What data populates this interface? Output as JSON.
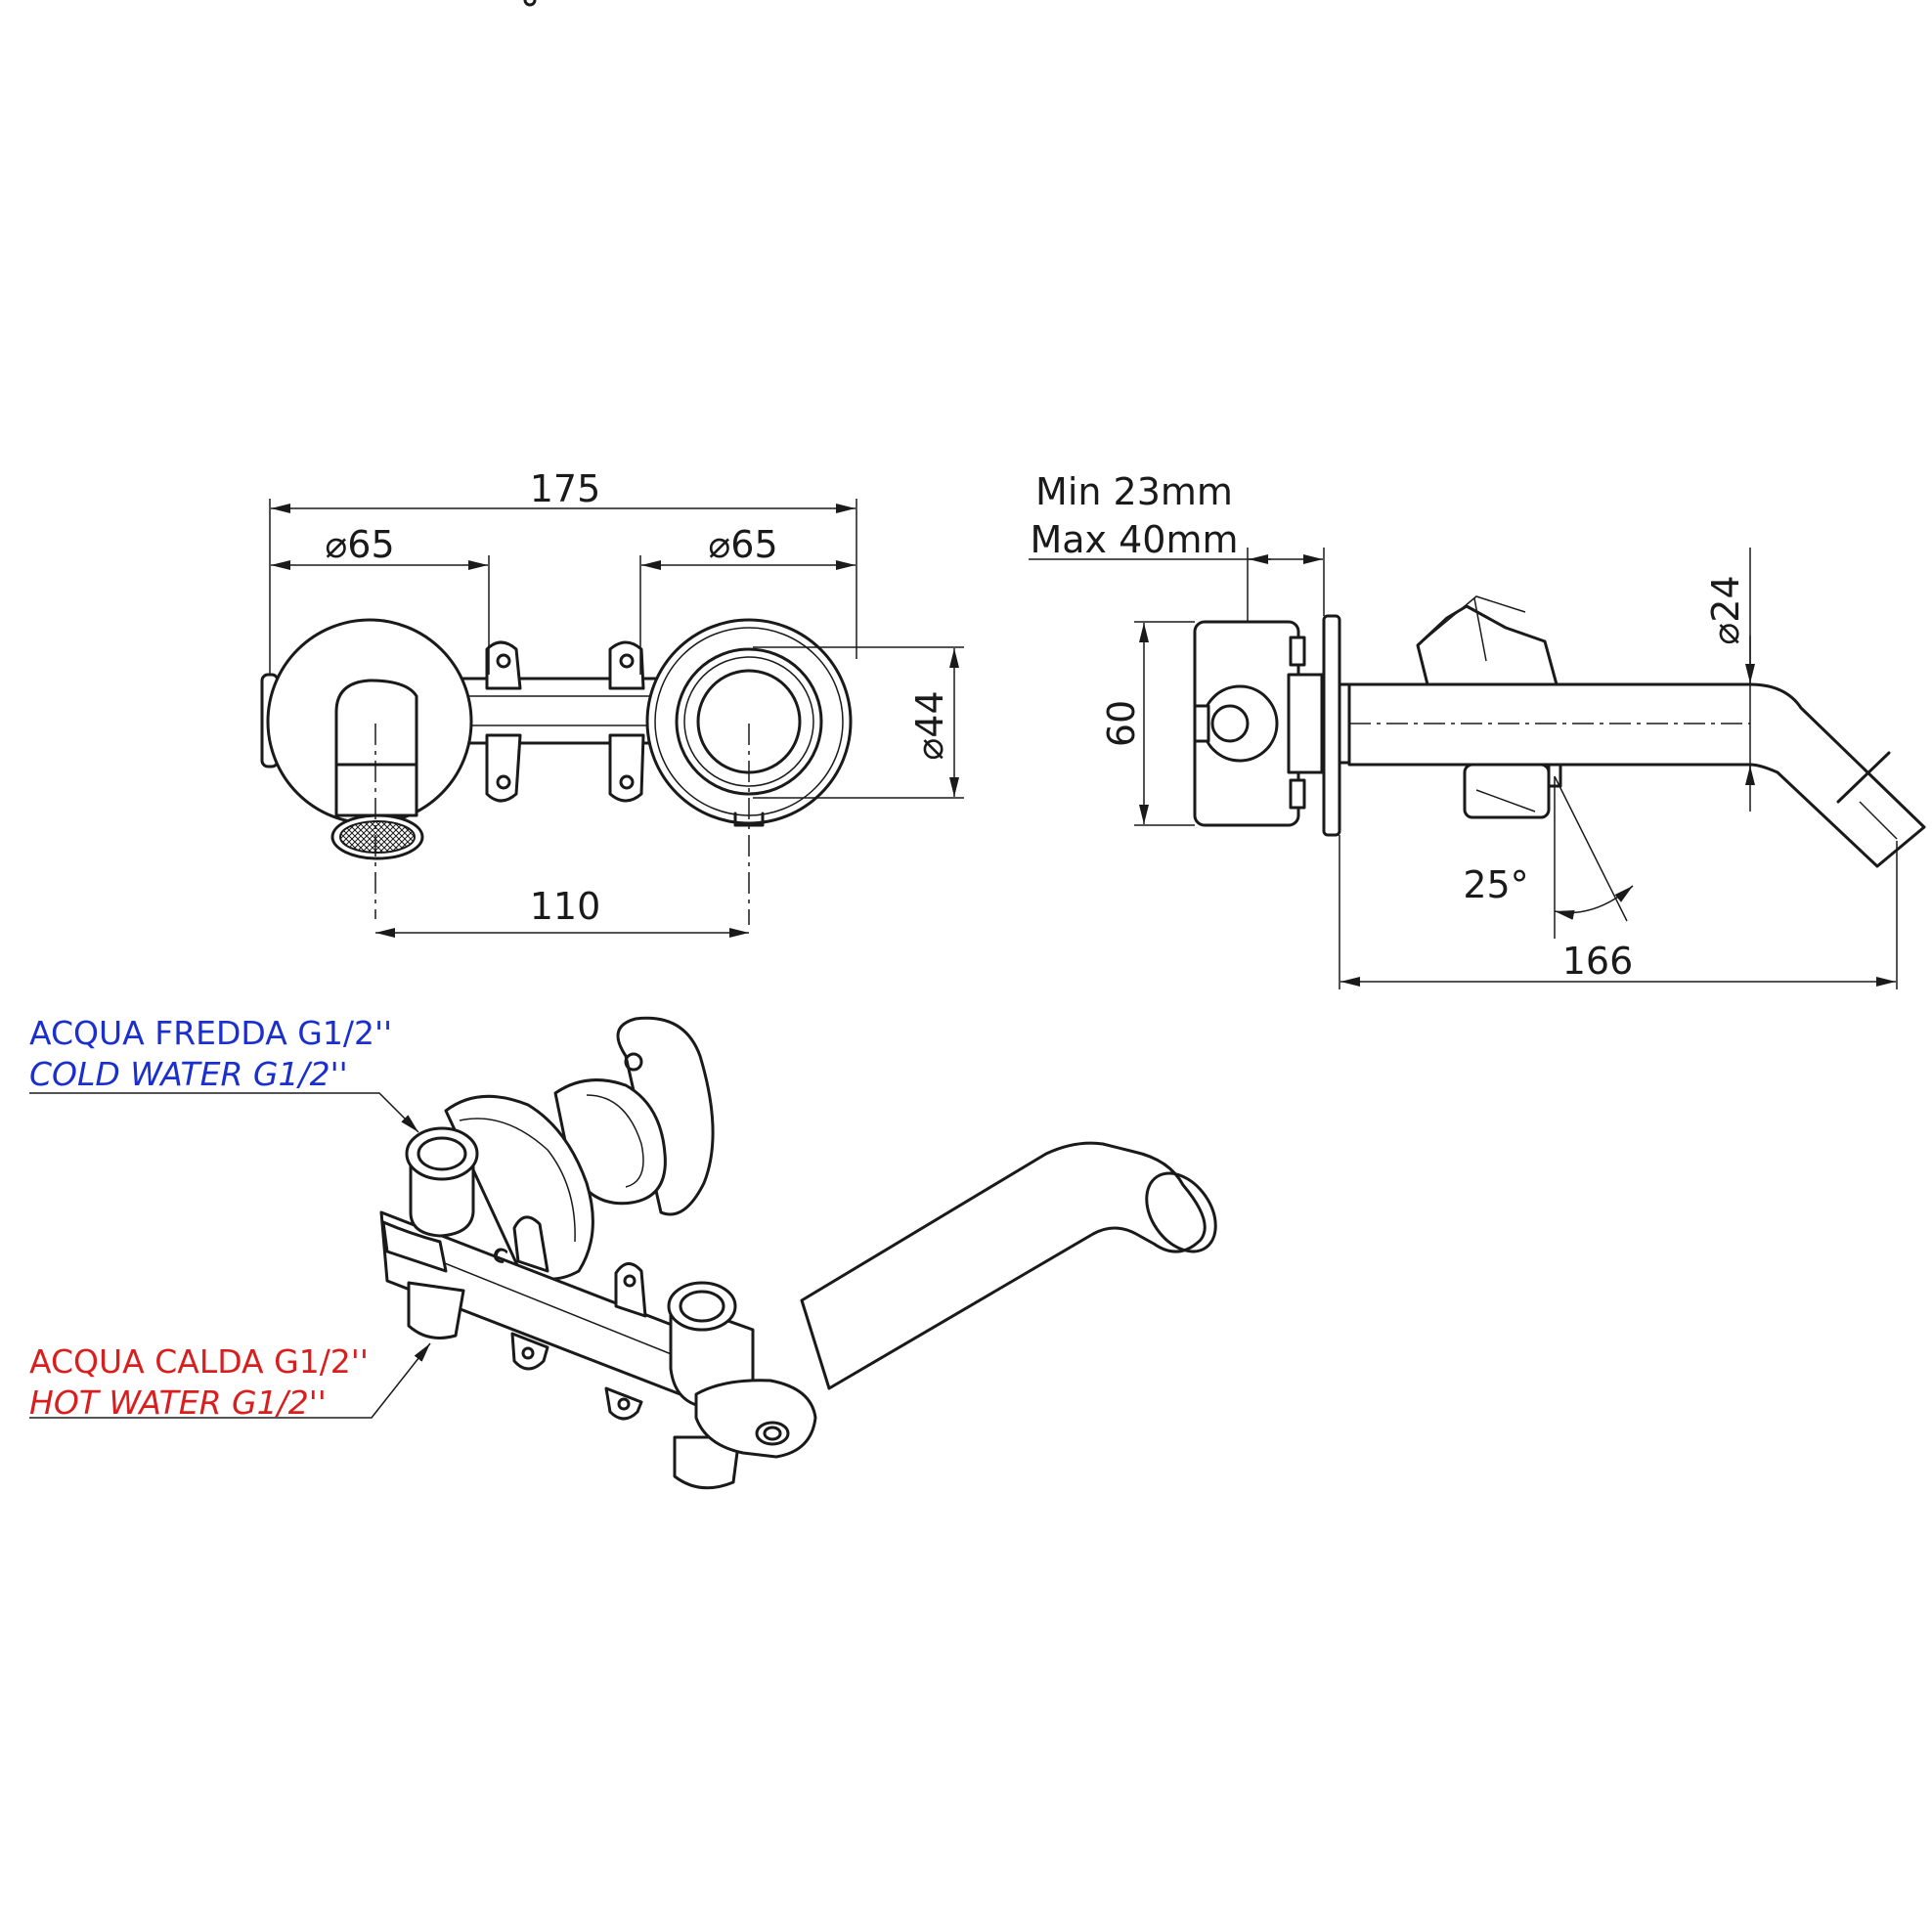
{
  "dimensions": {
    "total_width": "175",
    "diameter_left": "65",
    "diameter_right": "65",
    "diameter_spout": "44",
    "centers_distance": "110",
    "wall_min": "Min 23mm",
    "wall_max": "Max 40mm",
    "body_height": "60",
    "spout_diameter": "24",
    "angle": "25°",
    "projection": "166"
  },
  "symbols": {
    "diameter": "⌀"
  },
  "callouts": {
    "cold_it": "ACQUA FREDDA G1/2''",
    "cold_en": "COLD WATER G1/2''",
    "hot_it": "ACQUA CALDA G1/2''",
    "hot_en": "HOT WATER G1/2''"
  },
  "colors": {
    "cold": "#1a2fcc",
    "hot": "#d81f1f",
    "line": "#1a1a1a"
  }
}
